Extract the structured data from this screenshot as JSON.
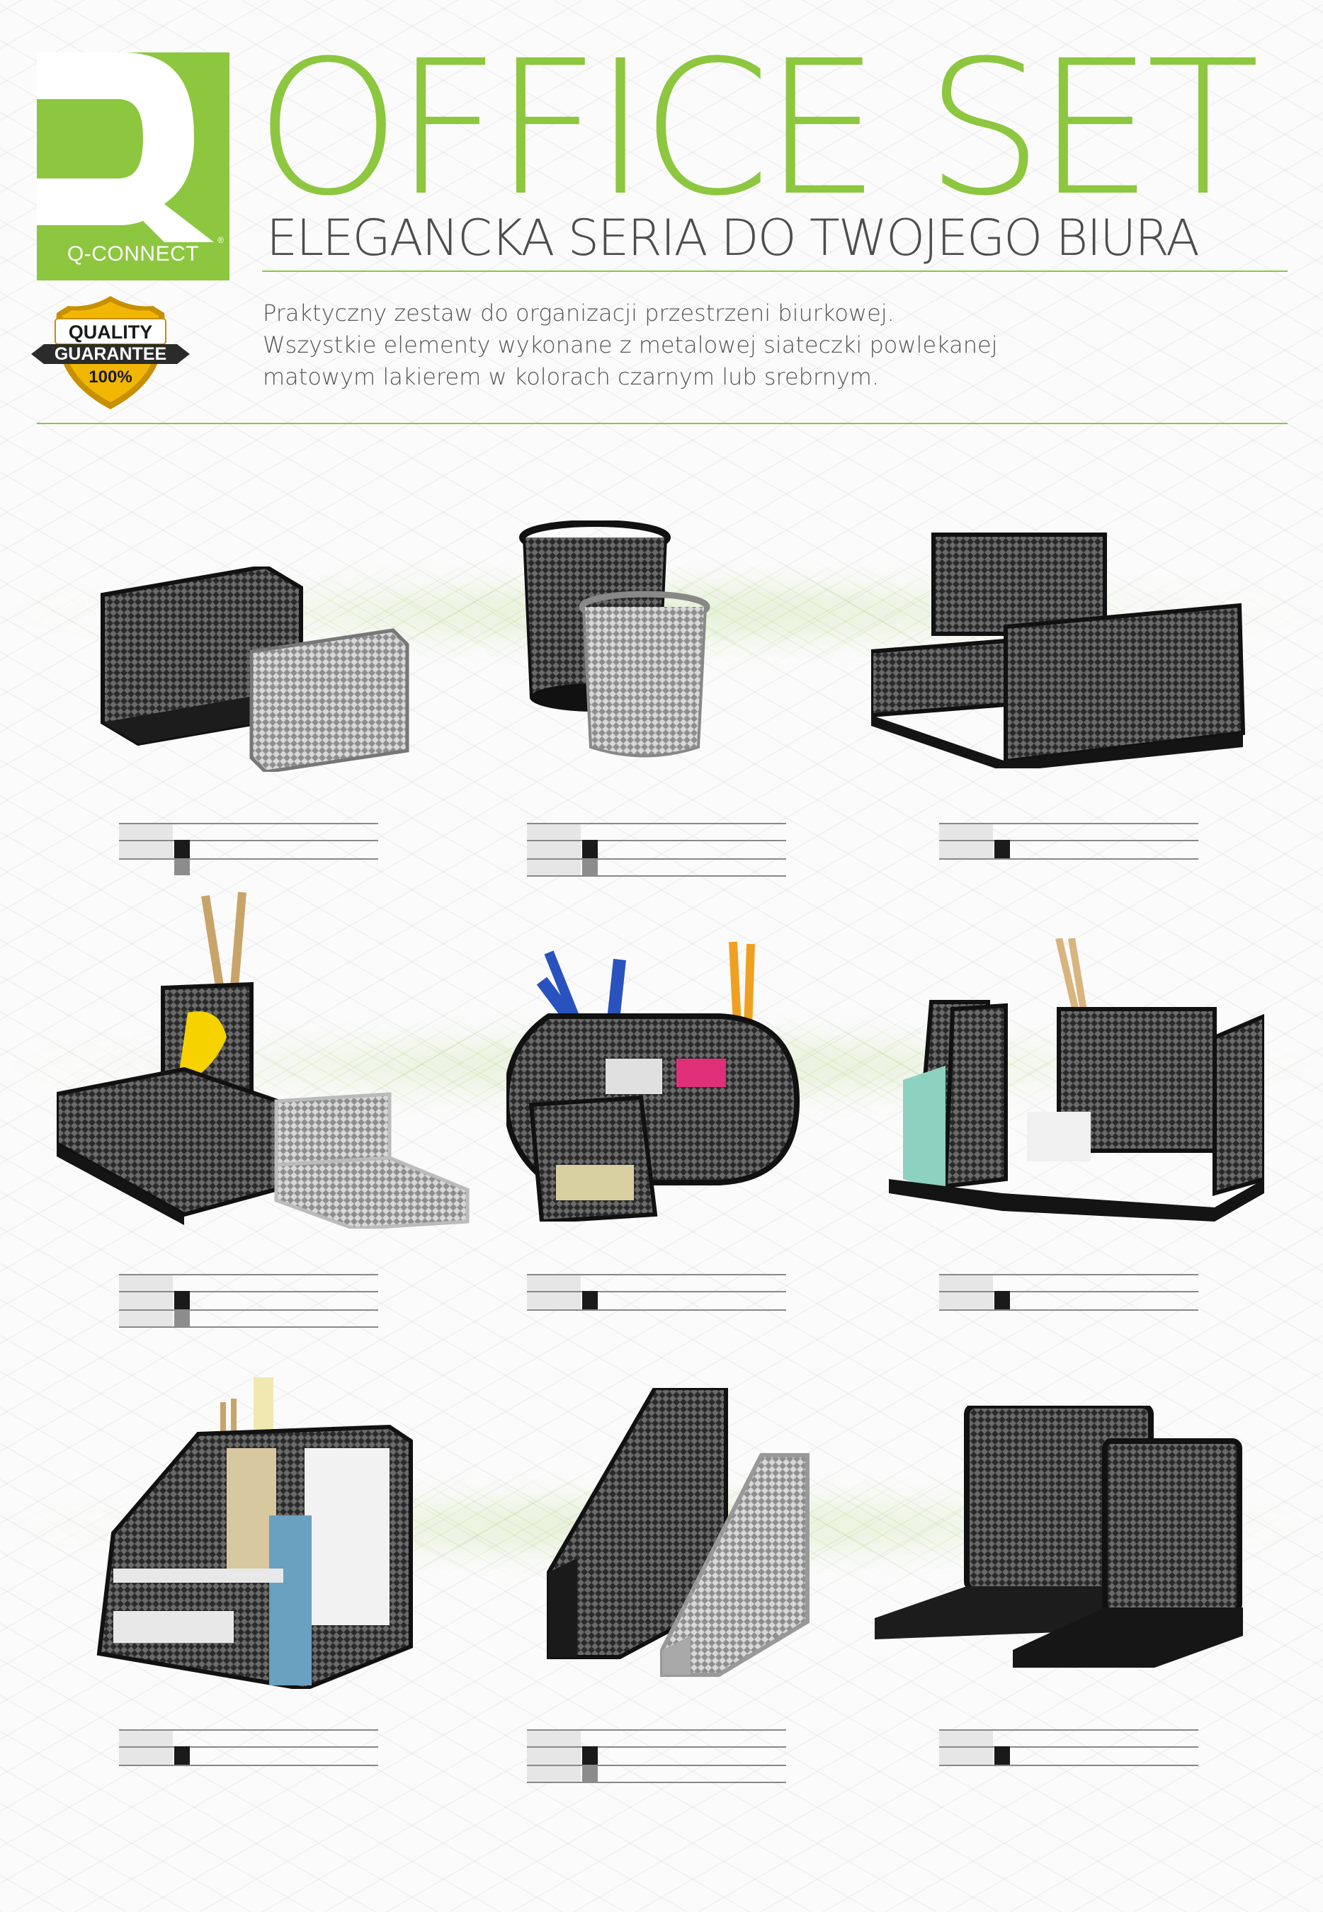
{
  "brand": {
    "logo_text": "Q-CONNECT",
    "registered_mark": "®",
    "brand_green": "#8dc63f"
  },
  "header": {
    "title": "OFFICE SET",
    "subtitle": "ELEGANCKA SERIA DO TWOJEGO BIURA"
  },
  "badge": {
    "line1": "QUALITY",
    "line2": "GUARANTEE",
    "line3": "100%",
    "gold": "#f2b705",
    "ribbon": "#2b2b2b"
  },
  "intro": {
    "lines": [
      "Praktyczny zestaw do organizacji przestrzeni biurkowej.",
      "Wszystkie elementy wykonane z metalowej siateczki powlekanej",
      "matowym lakierem w kolorach czarnym lub srebrnym."
    ]
  },
  "products": [
    {
      "icon": "memo-cube-holder-icon",
      "variants": [
        "black",
        "silver"
      ]
    },
    {
      "icon": "pen-pot-icon",
      "variants": [
        "black",
        "silver"
      ]
    },
    {
      "icon": "desk-organiser-icon",
      "variants": [
        "black"
      ]
    },
    {
      "icon": "desk-organiser-pencil-icon",
      "variants": [
        "black",
        "silver"
      ]
    },
    {
      "icon": "oval-desk-organiser-icon",
      "variants": [
        "black"
      ]
    },
    {
      "icon": "desk-tidy-with-sorter-icon",
      "variants": [
        "black"
      ]
    },
    {
      "icon": "desktop-sorter-icon",
      "variants": [
        "black"
      ]
    },
    {
      "icon": "magazine-file-icon",
      "variants": [
        "black",
        "silver"
      ]
    },
    {
      "icon": "bookends-icon",
      "variants": [
        "black"
      ]
    }
  ],
  "variant_colors": {
    "black": "#1a1a1a",
    "silver": "#8c8c8c"
  }
}
